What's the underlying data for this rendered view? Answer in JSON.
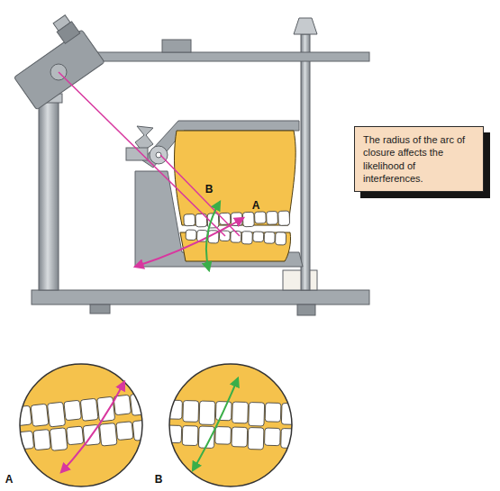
{
  "diagram": {
    "nodes": [
      {
        "text": [
          "The radius of the arc of closure affects the likelihood of interferences."
        ]
      }
    ],
    "labels": [
      "B",
      "A",
      "A",
      "B"
    ]
  }
}
